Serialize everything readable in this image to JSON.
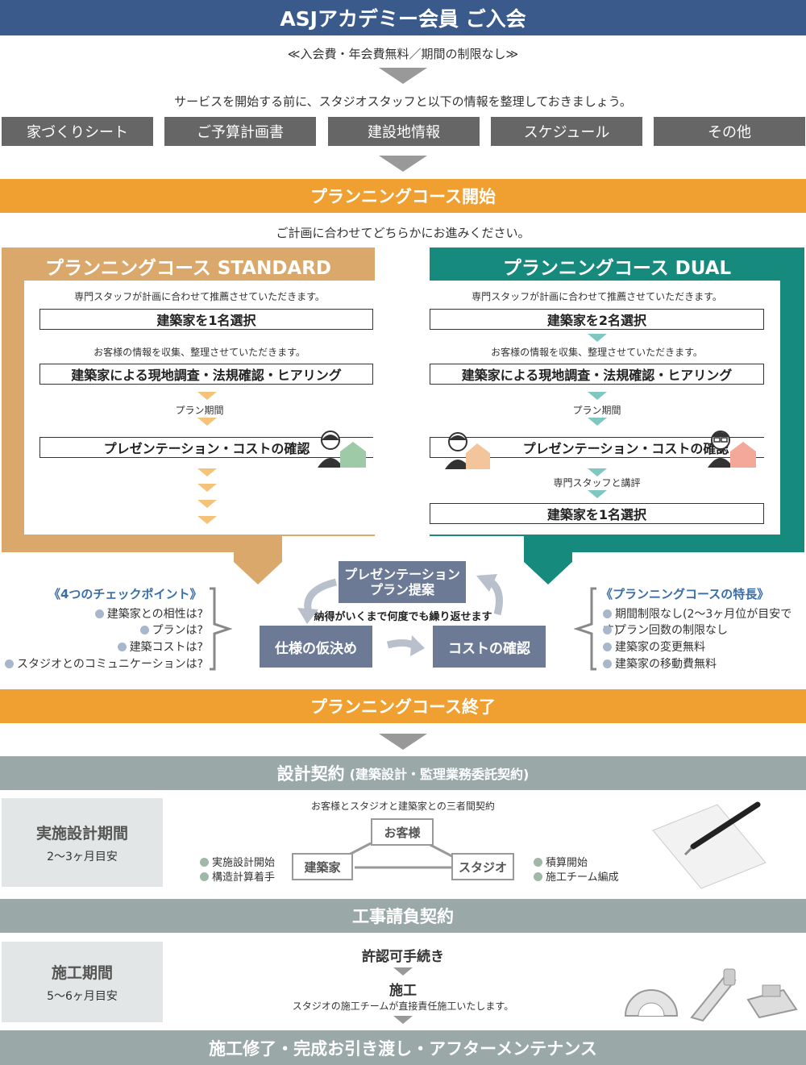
{
  "header": {
    "title": "ASJアカデミー会員 ご入会",
    "subtitle": "≪入会費・年会費無料／期間の制限なし≫"
  },
  "prep": {
    "text": "サービスを開始する前に、スタジオスタッフと以下の情報を整理しておきましょう。",
    "items": [
      "家づくりシート",
      "ご予算計画書",
      "建設地情報",
      "スケジュール",
      "その他"
    ]
  },
  "planning_start": {
    "title": "プランニングコース開始",
    "instruction": "ご計画に合わせてどちらかにお進みください。"
  },
  "standard": {
    "title": "プランニングコース STANDARD",
    "note1": "専門スタッフが計画に合わせて推薦させていただきます。",
    "step1": "建築家を1名選択",
    "note2": "お客様の情報を収集、整理させていただきます。",
    "step2": "建築家による現地調査・法規確認・ヒアリング",
    "note3": "プラン期間",
    "step3": "プレゼンテーション・コストの確認"
  },
  "dual": {
    "title": "プランニングコース DUAL",
    "note1": "専門スタッフが計画に合わせて推薦させていただきます。",
    "step1": "建築家を2名選択",
    "note2": "お客様の情報を収集、整理させていただきます。",
    "step2": "建築家による現地調査・法規確認・ヒアリング",
    "note3": "プラン期間",
    "step3": "プレゼンテーション・コストの確認",
    "note4": "専門スタッフと講評",
    "step4": "建築家を1名選択"
  },
  "cycle": {
    "proposal_line1": "プレゼンテーション",
    "proposal_line2": "プラン提案",
    "repeat": "納得がいくまで何度でも繰り返せます",
    "spec": "仕様の仮決め",
    "cost": "コストの確認"
  },
  "checkpoints": {
    "title": "《4つのチェックポイント》",
    "items": [
      "建築家との相性は?",
      "プランは?",
      "建築コストは?",
      "スタジオとのコミュニケーションは?"
    ]
  },
  "features": {
    "title": "《プランニングコースの特長》",
    "items": [
      "期間制限なし(2～3ヶ月位が目安です)",
      "プラン回数の制限なし",
      "建築家の変更無料",
      "建築家の移動費無料"
    ]
  },
  "planning_end": {
    "title": "プランニングコース終了"
  },
  "design_contract": {
    "title": "設計契約",
    "title_sub": "(建築設計・監理業務委託契約)",
    "period_title": "実施設計期間",
    "period_sub": "2～3ヶ月目安",
    "three_party": "お客様とスタジオと建築家との三者間契約",
    "customer": "お客様",
    "architect": "建築家",
    "studio": "スタジオ",
    "left_items": [
      "実施設計開始",
      "構造計算着手"
    ],
    "right_items": [
      "積算開始",
      "施工チーム編成"
    ]
  },
  "construction_contract": {
    "title": "工事請負契約",
    "period_title": "施工期間",
    "period_sub": "5～6ヶ月目安",
    "permit": "許認可手続き",
    "construction": "施工",
    "construction_note": "スタジオの施工チームが直接責任施工いたします。"
  },
  "final": {
    "title": "施工修了・完成お引き渡し・アフターメンテナンス"
  },
  "colors": {
    "navy": "#3a5a8c",
    "orange": "#f0a030",
    "tan": "#d9a86a",
    "teal": "#168a7c",
    "gray": "#9aa8a8"
  },
  "icons": [
    "person-house-icon",
    "pen-paper-icon",
    "protractor-icon",
    "saw-icon",
    "plane-icon"
  ]
}
